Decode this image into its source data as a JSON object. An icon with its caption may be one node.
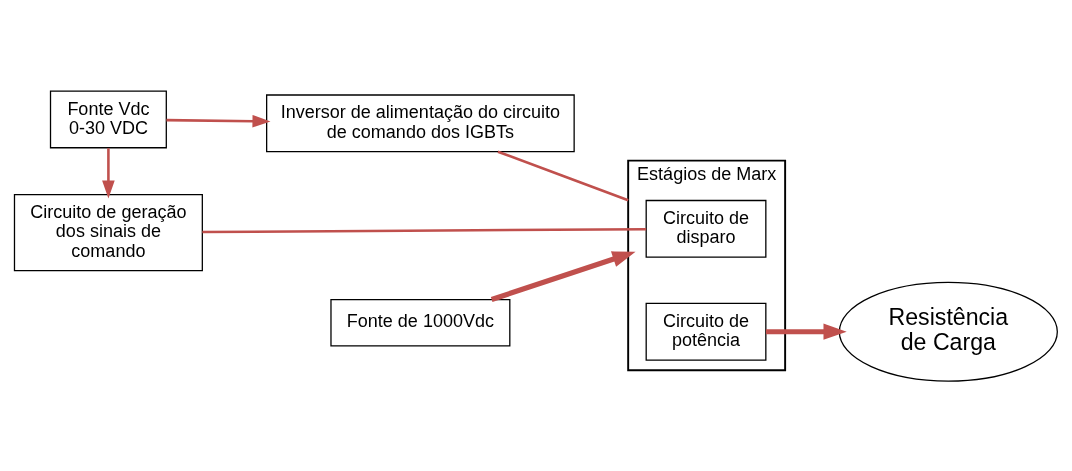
{
  "diagram": {
    "nodes": [
      {
        "text": [
          "Fonte Vdc 0-30 VDC"
        ]
      },
      {
        "text": [
          "Inversor de alimentação do circuito de comando dos IGBTs"
        ]
      },
      {
        "text": [
          "Circuito de geração dos sinais de comando"
        ]
      },
      {
        "text": [
          "Estágios de Marx"
        ]
      },
      {
        "text": [
          "Circuito de disparo"
        ],
        "in": 3
      },
      {
        "text": [
          "Circuito de potência"
        ],
        "in": 3
      },
      {
        "text": [
          "Resistência de Carga"
        ]
      },
      {
        "text": [
          "Fonte de 1000Vdc"
        ]
      }
    ],
    "edges": [
      {
        "from": 0,
        "to": 1,
        "arrow": "to",
        "color": "#c0504d"
      },
      {
        "from": 0,
        "to": 2,
        "arrow": "to",
        "color": "#c0504d"
      },
      {
        "from": 1,
        "to": 3,
        "arrow": "none",
        "color": "#c0504d"
      },
      {
        "from": 2,
        "to": 4,
        "arrow": "none",
        "color": "#c0504d"
      },
      {
        "from": 5,
        "to": 6,
        "arrow": "to",
        "style": "thick",
        "color": "#c0504d"
      },
      {
        "from": 7,
        "to": 3,
        "arrow": "to",
        "style": "thick",
        "color": "#c0504d"
      }
    ]
  }
}
